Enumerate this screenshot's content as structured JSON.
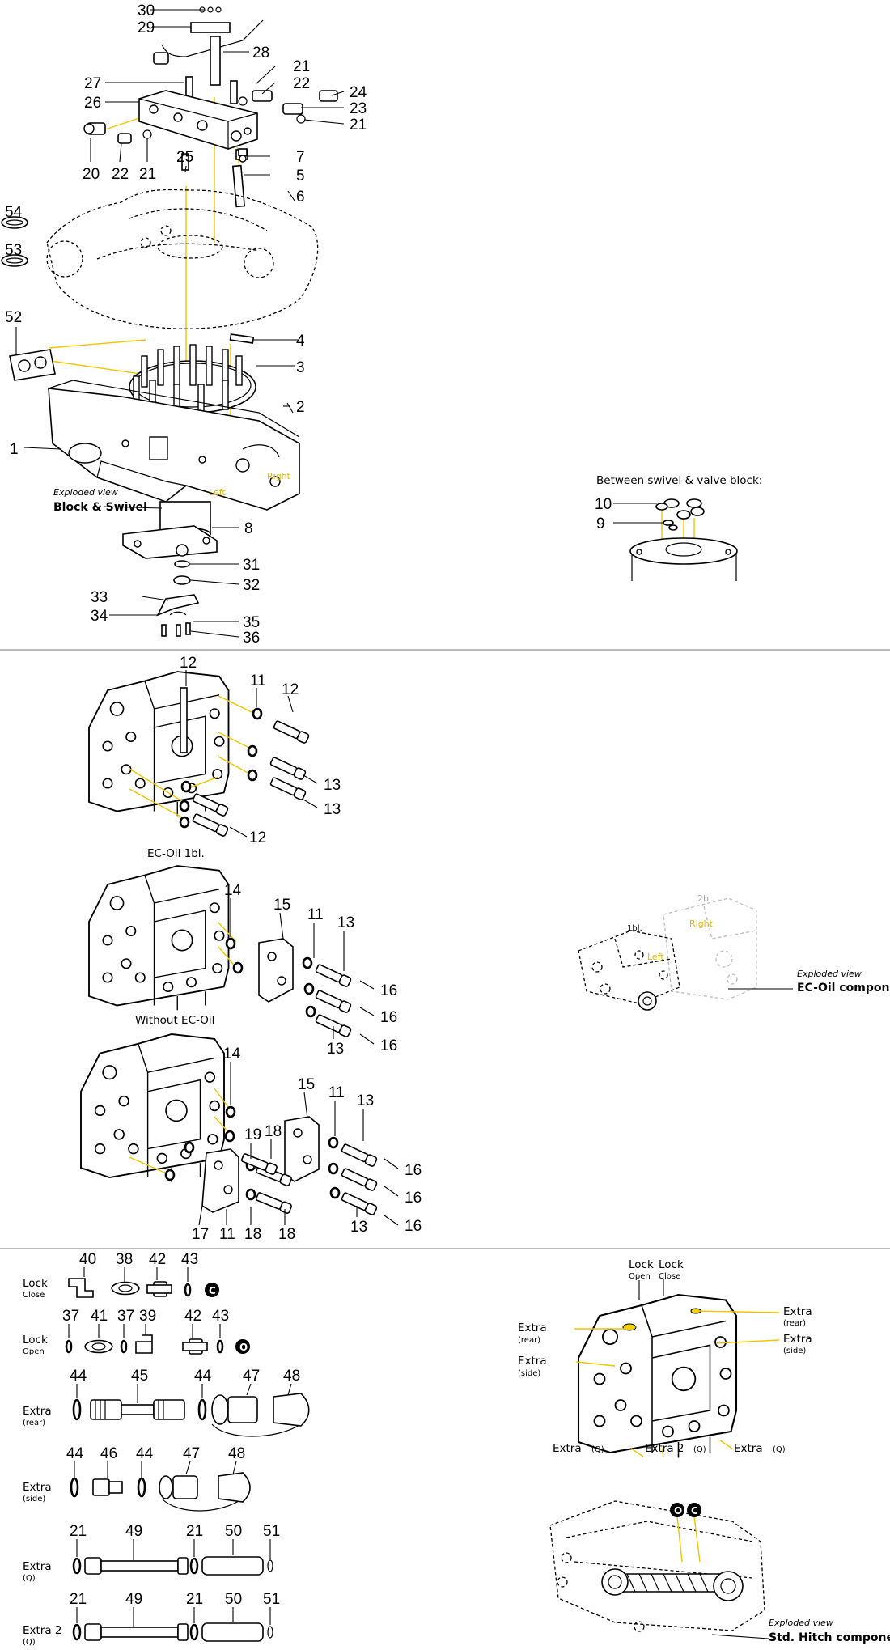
{
  "top": {
    "callouts": [
      "30",
      "29",
      "28",
      "27",
      "26",
      "21",
      "22",
      "24",
      "23",
      "21",
      "7",
      "5",
      "6",
      "25",
      "20",
      "22",
      "21",
      "54",
      "53",
      "52",
      "4",
      "3",
      "2",
      "1",
      "8",
      "31",
      "32",
      "33",
      "34",
      "35",
      "36"
    ],
    "exploded_view": "Exploded view",
    "block_swivel": "Block & Swivel",
    "left_tag": "Left",
    "right_tag": "Right",
    "between_title": "Between swivel & valve block:",
    "between_callouts": [
      "10",
      "9"
    ]
  },
  "middle": {
    "callouts_a": [
      "12",
      "11",
      "12",
      "13",
      "13",
      "12"
    ],
    "ec_oil_1bl": "EC-Oil 1bl.",
    "callouts_b": [
      "14",
      "15",
      "11",
      "13",
      "16",
      "16",
      "13",
      "16"
    ],
    "without_ec_oil": "Without EC-Oil",
    "callouts_c": [
      "14",
      "15",
      "11",
      "13",
      "19",
      "18",
      "16",
      "16",
      "13",
      "16",
      "17",
      "11",
      "18",
      "18"
    ],
    "tag_2bl": "2bl.",
    "tag_1bl": "1bl.",
    "right_tag": "Right",
    "left_tag": "Left",
    "exploded_view": "Exploded view",
    "ec_oil_components": "EC-Oil components"
  },
  "bottom": {
    "rows": [
      {
        "label": "Lock",
        "sub": "Close",
        "parts": [
          "40",
          "38",
          "42",
          "43"
        ],
        "badge": "C"
      },
      {
        "label": "Lock",
        "sub": "Open",
        "parts": [
          "37",
          "41",
          "37",
          "39",
          "42",
          "43"
        ],
        "badge": "O"
      },
      {
        "label": "Extra",
        "sub": "(rear)",
        "parts": [
          "44",
          "45",
          "44",
          "47",
          "48"
        ]
      },
      {
        "label": "Extra",
        "sub": "(side)",
        "parts": [
          "44",
          "46",
          "44",
          "47",
          "48"
        ]
      },
      {
        "label": "Extra",
        "sub": "(Q)",
        "parts": [
          "21",
          "49",
          "21",
          "50",
          "51"
        ]
      },
      {
        "label": "Extra 2",
        "sub": "(Q)",
        "parts": [
          "21",
          "49",
          "21",
          "50",
          "51"
        ]
      }
    ],
    "valve_labels": {
      "lock_open_a": "Lock",
      "lock_open_b": "Open",
      "lock_close_a": "Lock",
      "lock_close_b": "Close",
      "extra_rear_l": "Extra",
      "extra_rear_l_sub": "(rear)",
      "extra_side_l": "Extra",
      "extra_side_l_sub": "(side)",
      "extra_rear_r": "Extra",
      "extra_rear_r_sub": "(rear)",
      "extra_side_r": "Extra",
      "extra_side_r_sub": "(side)",
      "extra_q_1": "Extra",
      "extra_q_1_sub": "(Q)",
      "extra2_q": "Extra 2",
      "extra2_q_sub": "(Q)",
      "extra_q_2": "Extra",
      "extra_q_2_sub": "(Q)"
    },
    "hitch_badges": [
      "O",
      "C"
    ],
    "exploded_view": "Exploded view",
    "std_hitch": "Std. Hitch components"
  }
}
